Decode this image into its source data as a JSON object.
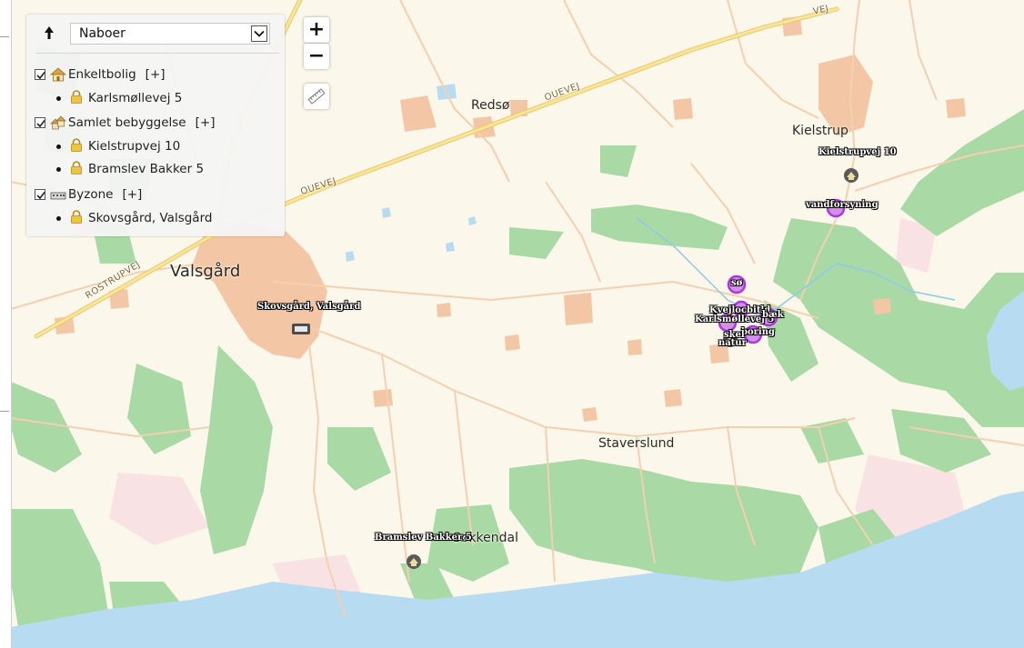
{
  "layer_panel": {
    "selector_value": "Naboer",
    "categories": [
      {
        "label": "Enkeltbolig",
        "expand": "[+]",
        "checked": true,
        "icon": "house-icon",
        "items": [
          "Karlsmøllevej 5"
        ]
      },
      {
        "label": "Samlet bebyggelse",
        "expand": "[+]",
        "checked": true,
        "icon": "houses-icon",
        "items": [
          "Kielstrupvej 10",
          "Bramslev Bakker 5"
        ]
      },
      {
        "label": "Byzone",
        "expand": "[+]",
        "checked": true,
        "icon": "town-icon",
        "items": [
          "Skovsgård, Valsgård"
        ]
      }
    ]
  },
  "map_controls": {
    "zoom_in": "+",
    "zoom_out": "−",
    "measure_icon": "ruler-icon"
  },
  "places": {
    "valsgard": "Valsgård",
    "redso": "Redsø",
    "kielstrup": "Kielstrup",
    "staverslund": "Staverslund",
    "sokkendal": "Søkkendal"
  },
  "roads": {
    "ouevej_east": "OUEVEJ",
    "ouevej_west": "OUEVEJ",
    "rostrupvej": "ROSTRUPVEJ",
    "top_fragment": "VEJ"
  },
  "markers": {
    "kielstrupvej": "Kielstrupvej 10",
    "vandforsyning": "vandforsyning",
    "so": "sø",
    "skovsgard": "Skovsgård, Valsgård",
    "bramslev": "Bramslev Bakker 5",
    "kvejloc": "Kvejlocbitld",
    "karlsmollevej": "Karlsmøllevej 5",
    "baek": "bæk",
    "boring": "boring",
    "skel": "skel",
    "natur": "natur"
  },
  "colors": {
    "land": "#fbf7ea",
    "forest": "#a9d9a4",
    "water": "#b7dcf2",
    "built_up": "#f3c7a5",
    "road_major": "#f2d36c",
    "road_minor": "#f4d0b0",
    "marker_ring": "#a93ad6"
  }
}
